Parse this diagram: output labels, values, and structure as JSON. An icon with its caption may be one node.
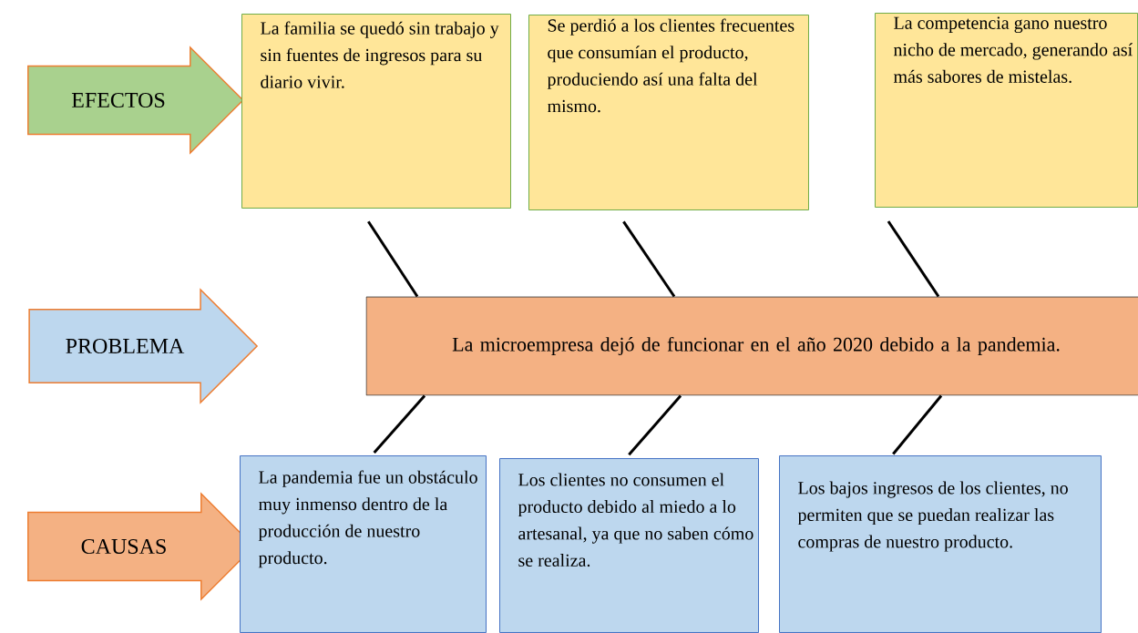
{
  "diagram": {
    "nodes": [
      {
        "text": [
          "EFECTOS"
        ]
      },
      {
        "text": [
          "PROBLEMA"
        ]
      },
      {
        "text": [
          "CAUSAS"
        ]
      },
      {
        "text": [
          "La familia se quedó sin trabajo y sin fuentes de ingresos para su diario vivir."
        ]
      },
      {
        "text": [
          "Se perdió a los clientes frecuentes que consumían el producto, produciendo así una falta del mismo."
        ]
      },
      {
        "text": [
          "La competencia gano nuestro nicho de mercado, generando así más sabores de mistelas."
        ]
      },
      {
        "text": [
          "La microempresa dejó de funcionar en el año 2020 debido a la pandemia."
        ]
      },
      {
        "text": [
          "La pandemia fue un obstáculo muy inmenso dentro de la producción de nuestro producto."
        ]
      },
      {
        "text": [
          "Los clientes no consumen el producto debido al miedo a lo artesanal, ya que no saben cómo se realiza."
        ]
      },
      {
        "text": [
          "Los bajos ingresos de los clientes, no permiten que se puedan realizar las compras de nuestro producto."
        ]
      }
    ],
    "edges": [
      {
        "from": 3,
        "to": 6,
        "arrow": "none"
      },
      {
        "from": 4,
        "to": 6,
        "arrow": "none"
      },
      {
        "from": 5,
        "to": 6,
        "arrow": "none"
      },
      {
        "from": 7,
        "to": 6,
        "arrow": "none"
      },
      {
        "from": 8,
        "to": 6,
        "arrow": "none"
      },
      {
        "from": 9,
        "to": 6,
        "arrow": "none"
      }
    ]
  }
}
